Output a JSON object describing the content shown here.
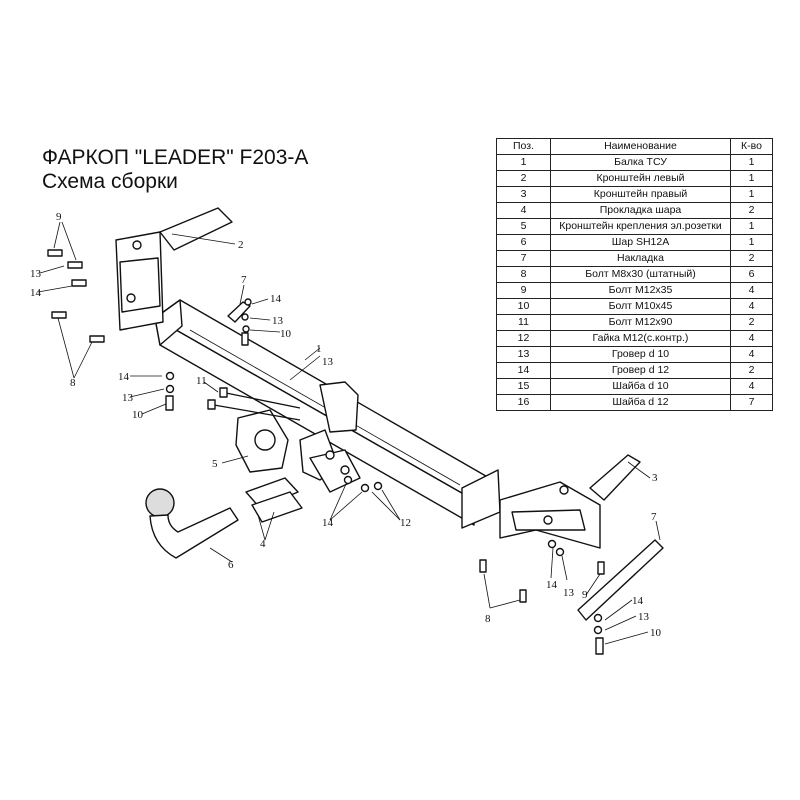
{
  "header": {
    "title": "ФАРКОП \"LEADER\" F203-A",
    "subtitle": "Схема сборки"
  },
  "table": {
    "columns": [
      "Поз.",
      "Наименование",
      "К-во"
    ],
    "rows": [
      [
        "1",
        "Балка ТСУ",
        "1"
      ],
      [
        "2",
        "Кронштейн левый",
        "1"
      ],
      [
        "3",
        "Кронштейн правый",
        "1"
      ],
      [
        "4",
        "Прокладка шара",
        "2"
      ],
      [
        "5",
        "Кронштейн крепления эл.розетки",
        "1"
      ],
      [
        "6",
        "Шар SH12A",
        "1"
      ],
      [
        "7",
        "Накладка",
        "2"
      ],
      [
        "8",
        "Болт М8х30 (штатный)",
        "6"
      ],
      [
        "9",
        "Болт М12х35",
        "4"
      ],
      [
        "10",
        "Болт  М10х45",
        "4"
      ],
      [
        "11",
        "Болт М12х90",
        "2"
      ],
      [
        "12",
        "Гайка М12(с.контр.)",
        "4"
      ],
      [
        "13",
        "Гровер d 10",
        "4"
      ],
      [
        "14",
        "Гровер d 12",
        "2"
      ],
      [
        "15",
        "Шайба d 10",
        "4"
      ],
      [
        "16",
        "Шайба d 12",
        "7"
      ]
    ]
  },
  "callouts": {
    "n1": "1",
    "n2": "2",
    "n3": "3",
    "n4": "4",
    "n5": "5",
    "n6": "6",
    "n7": "7",
    "n8": "8",
    "n9": "9",
    "n10": "10",
    "n11": "11",
    "n12": "12",
    "n13": "13",
    "n14": "14"
  }
}
